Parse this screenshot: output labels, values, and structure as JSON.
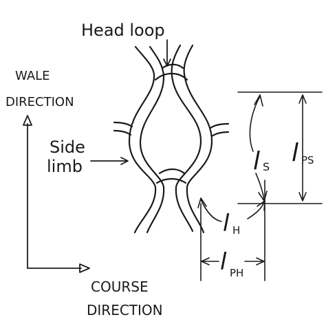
{
  "labels": {
    "head_loop": "Head loop",
    "wale_1": "WALE",
    "wale_2": "DIRECTION",
    "side_1": "Side",
    "side_2": "limb",
    "course_1": "COURSE",
    "course_2": "DIRECTION",
    "l_s_base": "l",
    "l_s_sub": "S",
    "l_ps_base": "l",
    "l_ps_sub": "PS",
    "l_h_base": "l",
    "l_h_sub": "H",
    "l_ph_base": "l",
    "l_ph_sub": "PH"
  },
  "colors": {
    "ink": "#1a1a1a",
    "background": "#ffffff"
  }
}
